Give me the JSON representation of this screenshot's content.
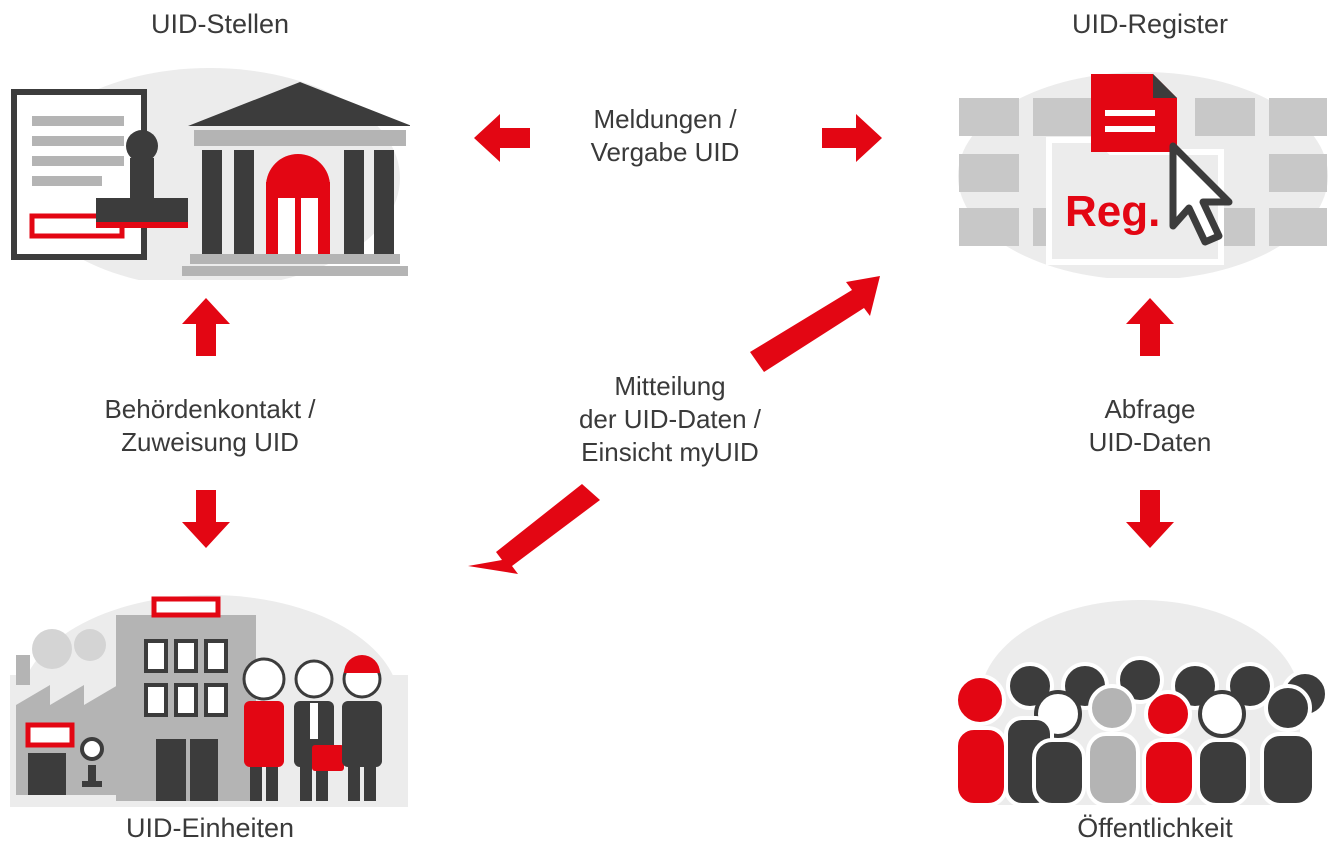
{
  "nodes": {
    "uid_stellen": {
      "label": "UID-Stellen",
      "icon": "authority-building-with-stamp-icon"
    },
    "uid_register": {
      "label": "UID-Register",
      "icon": "register-folders-with-cursor-icon",
      "badge": "Reg."
    },
    "uid_einheiten": {
      "label": "UID-Einheiten",
      "icon": "companies-and-workers-icon"
    },
    "oeffentlichkeit": {
      "label": "Öffentlichkeit",
      "icon": "crowd-of-people-icon"
    }
  },
  "edges": {
    "stellen_register": {
      "line1": "Meldungen /",
      "line2": "Vergabe UID"
    },
    "stellen_einheiten": {
      "line1": "Behördenkontakt /",
      "line2": "Zuweisung UID"
    },
    "einheiten_register": {
      "line1": "Mitteilung",
      "line2": "der UID-Daten /",
      "line3": "Einsicht myUID"
    },
    "register_oeffentlichkeit": {
      "line1": "Abfrage",
      "line2": "UID-Daten"
    }
  },
  "colors": {
    "accent": "#e30613",
    "dark": "#3c3c3c",
    "mid": "#b4b4b4",
    "light": "#ececec"
  }
}
